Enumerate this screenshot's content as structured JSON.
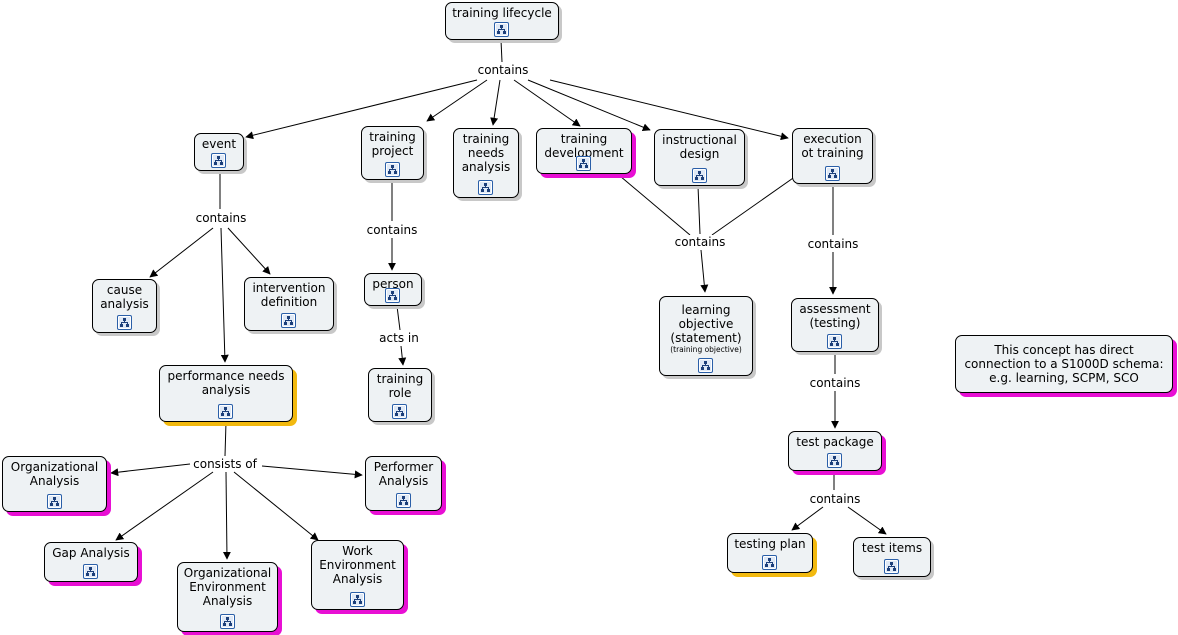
{
  "nodes": {
    "training_lifecycle": "training lifecycle",
    "event": "event",
    "training_project": "training\nproject",
    "training_needs_analysis": "training\nneeds\nanalysis",
    "training_development": "training\ndevelopment",
    "instructional_design": "instructional\ndesign",
    "execution_training": "execution\not training",
    "cause_analysis": "cause\nanalysis",
    "intervention_definition": "intervention\ndefinition",
    "person": "person",
    "training_role": "training\nrole",
    "learning_objective": "learning\nobjective\n(statement)",
    "learning_objective_sub": "(training objective)",
    "assessment": "assessment\n(testing)",
    "performance_needs_analysis": "performance needs\nanalysis",
    "test_package": "test package",
    "organizational_analysis": "Organizational\nAnalysis",
    "performer_analysis": "Performer\nAnalysis",
    "gap_analysis": "Gap Analysis",
    "org_env_analysis": "Organizational\nEnvironment\nAnalysis",
    "work_env_analysis": "Work\nEnvironment\nAnalysis",
    "testing_plan": "testing plan",
    "test_items": "test items",
    "note": "This concept has direct\nconnection to a S1000D schema:\ne.g. learning, SCPM, SCO"
  },
  "links": {
    "lifecycle_contains": "contains",
    "event_contains": "contains",
    "project_contains": "contains",
    "person_acts_in": "acts in",
    "design_contains": "contains",
    "execution_contains": "contains",
    "assessment_contains": "contains",
    "pna_consists_of": "consists of",
    "package_contains": "contains"
  },
  "icon_name": "concept-map-icon",
  "colors": {
    "node_fill": "#eef2f4",
    "shadow_magenta": "#e80fd4",
    "shadow_yellow": "#f2b90f",
    "shadow_grey": "#c8c8c8"
  }
}
